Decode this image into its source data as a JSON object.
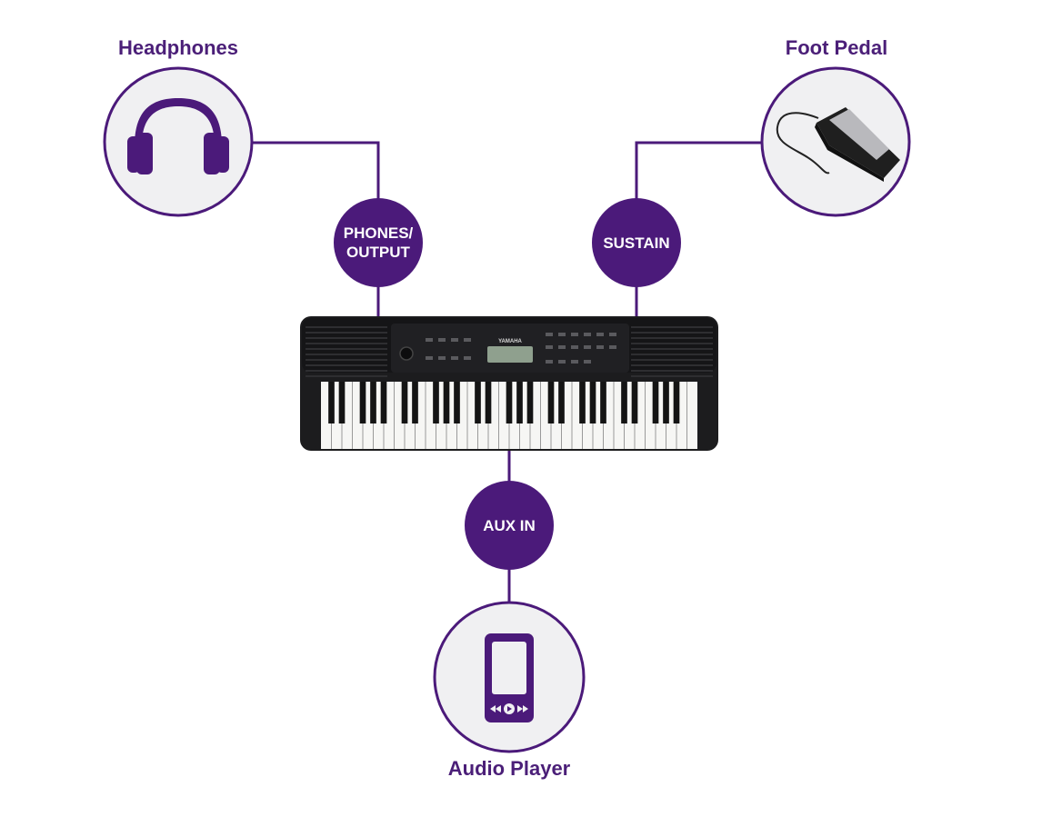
{
  "colors": {
    "brand_purple": "#4b1a7a",
    "label_purple": "#4b1f78",
    "circle_fill": "#f0f0f2",
    "keyboard_body": "#1c1c1e"
  },
  "devices": {
    "headphones": {
      "label": "Headphones",
      "icon": "headphones-icon"
    },
    "foot_pedal": {
      "label": "Foot Pedal",
      "icon": "foot-pedal-icon"
    },
    "audio_player": {
      "label": "Audio Player",
      "icon": "audio-player-icon"
    }
  },
  "ports": {
    "phones_output": {
      "label": "PHONES/\nOUTPUT"
    },
    "sustain": {
      "label": "SUSTAIN"
    },
    "aux_in": {
      "label": "AUX IN"
    }
  },
  "keyboard": {
    "brand": "YAMAHA",
    "icon": "keyboard-icon"
  }
}
